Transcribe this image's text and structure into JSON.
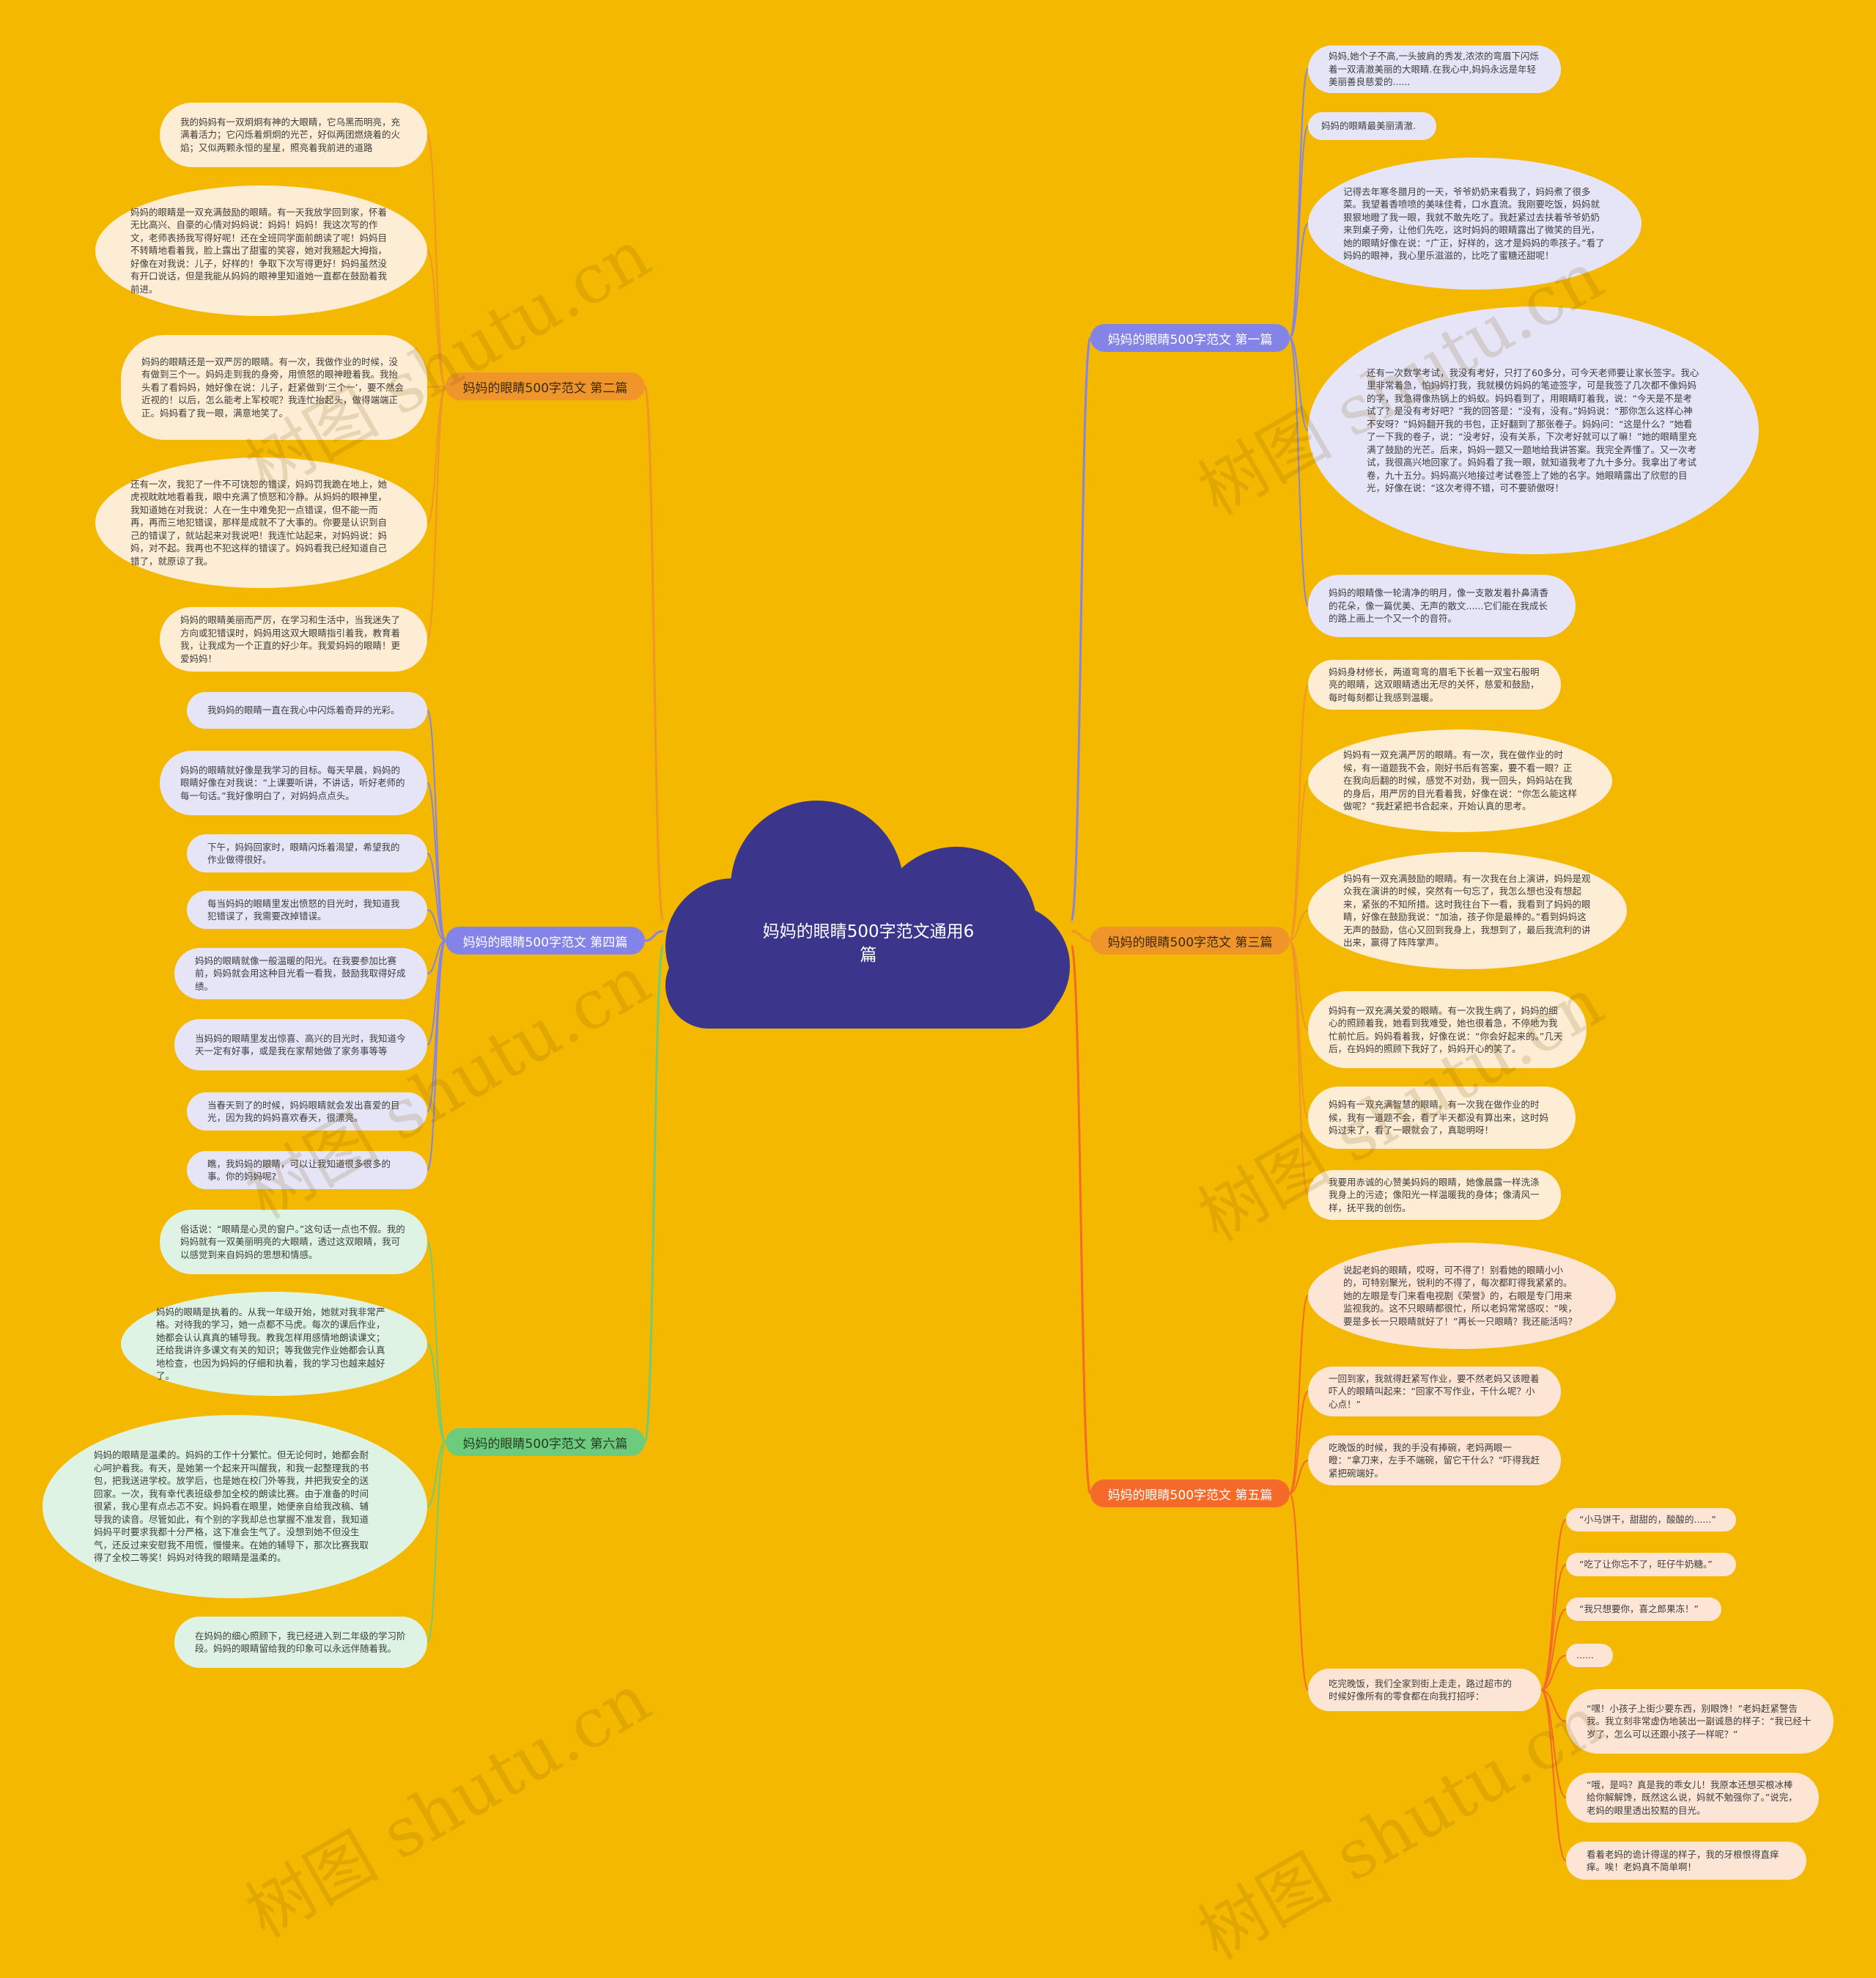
{
  "root": {
    "title": "妈妈的眼睛500字范文通用6篇"
  },
  "colors": {
    "background": "#F5B800",
    "cloud": "#3C358C",
    "orange_branch": "#F0952A",
    "purple_branch": "#8484E8",
    "green_branch": "#6DCB7E",
    "red_branch": "#F56A28"
  },
  "watermark": "树图 shutu.cn",
  "branches": [
    {
      "label": "妈妈的眼睛500字范文 第一篇",
      "leaves": [
        "妈妈,她个子不高,一头披肩的秀发,浓浓的弯眉下闪烁着一双清澈美丽的大眼睛.在我心中,妈妈永远是年轻美丽善良慈爱的......",
        "妈妈的眼睛最美丽清澈.",
        "记得去年寒冬腊月的一天，爷爷奶奶来看我了，妈妈煮了很多菜。我望着香喷喷的美味佳肴，口水直流。我刚要吃饭，妈妈就狠狠地瞪了我一眼，我就不敢先吃了。我赶紧过去扶着爷爷奶奶来到桌子旁，让他们先吃，这时妈妈的眼睛露出了微笑的目光，她的眼睛好像在说：“广正，好样的，这才是妈妈的乖孩子。”看了妈妈的眼神，我心里乐滋滋的，比吃了蜜糖还甜呢！",
        "还有一次数学考试，我没有考好，只打了60多分，可今天老师要让家长签字。我心里非常着急，怕妈妈打我，我就模仿妈妈的笔迹签字，可是我签了几次都不像妈妈的字，我急得像热锅上的蚂蚁。妈妈看到了，用眼睛盯着我，说：“今天是不是考试了？是没有考好吧？”我的回答是：“没有，没有。”妈妈说：“那你怎么这样心神不安呀？”妈妈翻开我的书包，正好翻到了那张卷子。妈妈问：“这是什么？”她看了一下我的卷子，说：“没考好，没有关系，下次考好就可以了嘛！”她的眼睛里充满了鼓励的光芒。后来，妈妈一题又一题地给我讲答案。我完全弄懂了。又一次考试，我很高兴地回家了。妈妈看了我一眼，就知道我考了九十多分。我拿出了考试卷，九十五分。妈妈高兴地接过考试卷签上了她的名字。她眼睛露出了欣慰的目光，好像在说：“这次考得不错，可不要骄傲呀！",
        "妈妈的眼睛像一轮清净的明月，像一支散发着扑鼻清香的花朵，像一篇优美、无声的散文......它们能在我成长的路上画上一个又一个的音符。"
      ]
    },
    {
      "label": "妈妈的眼睛500字范文 第二篇",
      "leaves": [
        "我的妈妈有一双炯炯有神的大眼睛，它乌黑而明亮，充满着活力；它闪烁着炯炯的光芒，好似两团燃烧着的火焰；又似两颗永恒的星星，照亮着我前进的道路",
        "妈妈的眼睛是一双充满鼓励的眼睛。有一天我放学回到家，怀着无比高兴、自豪的心情对妈妈说：妈妈！妈妈！我这次写的作文，老师表扬我写得好呢！还在全班同学面前朗读了呢！妈妈目不转睛地看着我，脸上露出了甜蜜的笑容，她对我翘起大拇指，好像在对我说：儿子，好样的！争取下次写得更好！妈妈虽然没有开口说话，但是我能从妈妈的眼神里知道她一直都在鼓励着我前进。",
        "妈妈的眼睛还是一双严厉的眼睛。有一次，我做作业的时候，没有做到三个一。妈妈走到我的身旁，用愤怒的眼神瞪着我。我抬头看了看妈妈，她好像在说：儿子，赶紧做到‘三个一’，要不然会近视的！以后，怎么能考上军校呢？我连忙抬起头，做得端端正正。妈妈看了我一眼，满意地笑了。",
        "还有一次，我犯了一件不可饶恕的错误，妈妈罚我跪在地上，她虎视眈眈地看着我，眼中充满了愤怒和冷静。从妈妈的眼神里，我知道她在对我说：人在一生中难免犯一点错误，但不能一而再，再而三地犯错误，那样是成就不了大事的。你要是认识到自己的错误了，就站起来对我说吧！我连忙站起来，对妈妈说：妈妈，对不起。我再也不犯这样的错误了。妈妈看我已经知道自己错了，就原谅了我。",
        "妈妈的眼睛美丽而严厉，在学习和生活中，当我迷失了方向或犯错误时，妈妈用这双大眼睛指引着我，教育着我，让我成为一个正直的好少年。我爱妈妈的眼睛！更爱妈妈！"
      ]
    },
    {
      "label": "妈妈的眼睛500字范文 第三篇",
      "leaves": [
        "妈妈身材修长，两道弯弯的眉毛下长着一双宝石般明亮的眼睛，这双眼睛透出无尽的关怀，慈爱和鼓励，每时每刻都让我感到温暖。",
        "妈妈有一双充满严厉的眼睛。有一次，我在做作业的时候，有一道题我不会，刚好书后有答案，要不看一眼？正在我向后翻的时候，感觉不对劲，我一回头，妈妈站在我的身后，用严厉的目光看着我，好像在说：“你怎么能这样做呢？”我赶紧把书合起来，开始认真的思考。",
        "妈妈有一双充满鼓励的眼睛。有一次我在台上演讲，妈妈是观众我在演讲的时候，突然有一句忘了，我怎么想也没有想起来，紧张的不知所措。这时我往台下一看，我看到了妈妈的眼睛，好像在鼓励我说：“加油，孩子你是最棒的。”看到妈妈这无声的鼓励，信心又回到我身上，我想到了，最后我流利的讲出来，赢得了阵阵掌声。",
        "妈妈有一双充满关爱的眼睛。有一次我生病了，妈妈的细心的照顾着我，她看到我难受，她也很着急，不停地为我忙前忙后。妈妈看着我，好像在说：“你会好起来的。”几天后，在妈妈的照顾下我好了，妈妈开心的笑了。",
        "妈妈有一双充满智慧的眼睛。有一次我在做作业的时候，我有一道题不会，看了半天都没有算出来，这时妈妈过来了，看了一眼就会了，真聪明呀！",
        "我要用赤诚的心赞美妈妈的眼睛，她像晨露一样洗涤我身上的污迹；像阳光一样温暖我的身体；像清风一样，抚平我的创伤。"
      ]
    },
    {
      "label": "妈妈的眼睛500字范文 第四篇",
      "leaves": [
        "我妈妈的眼睛一直在我心中闪烁着奇异的光彩。",
        "妈妈的眼睛就好像是我学习的目标。每天早晨，妈妈的眼睛好像在对我说：“上课要听讲，不讲话，听好老师的每一句话。”我好像明白了，对妈妈点点头。",
        "下午，妈妈回家时，眼睛闪烁着渴望，希望我的作业做得很好。",
        "每当妈妈的眼睛里发出愤怒的目光时，我知道我犯错误了，我需要改掉错误。",
        "妈妈的眼睛就像一般温暖的阳光。在我要参加比赛前，妈妈就会用这种目光看一看我，鼓励我取得好成绩。",
        "当妈妈的眼睛里发出惊喜、高兴的目光时，我知道今天一定有好事，或是我在家帮她做了家务事等等",
        "当春天到了的时候，妈妈眼睛就会发出喜爱的目光，因为我的妈妈喜欢春天，很漂亮。",
        "瞧，我妈妈的眼睛，可以让我知道很多很多的事。你的妈妈呢?"
      ]
    },
    {
      "label": "妈妈的眼睛500字范文 第五篇",
      "leaves": [
        "说起老妈的眼睛，哎呀，可不得了！别看她的眼睛小小的，可特别聚光，锐利的不得了，每次都盯得我紧紧的。她的左眼是专门来看电视剧《荣誉》的，右眼是专门用来监视我的。这不只眼睛都很忙，所以老妈常常感叹：“唉，要是多长一只眼睛就好了！”再长一只眼睛？我还能活吗？",
        "一回到家，我就得赶紧写作业，要不然老妈又该瞪着吓人的眼睛叫起来：“回家不写作业，干什么呢？小心点！”",
        "吃晚饭的时候，我的手没有捧碗，老妈两眼一瞪：“拿刀来，左手不端碗，留它干什么？”吓得我赶紧把碗端好。",
        "吃完晚饭，我们全家到街上走走，路过超市的时候好像所有的零食都在向我打招呼："
      ],
      "sub_leaves": [
        "“小马饼干，甜甜的，酸酸的......”",
        "“吃了让你忘不了，旺仔牛奶糖。”",
        "“我只想要你，喜之郎果冻！”",
        "......",
        "“嘿！小孩子上街少要东西，别眼馋！”老妈赶紧警告我。我立刻非常虚伪地装出一副诚恳的样子：“我已经十岁了，怎么可以还跟小孩子一样呢？”",
        "“哦，是吗？真是我的乖女儿！我原本还想买根冰棒给你解解馋，既然这么说，妈就不勉强你了。”说完，老妈的眼里透出狡黠的目光。",
        "看着老妈的诡计得逞的样子，我的牙根恨得直痒痒。唉！老妈真不简单啊！"
      ]
    },
    {
      "label": "妈妈的眼睛500字范文 第六篇",
      "leaves": [
        "俗话说：“眼睛是心灵的窗户。”这句话一点也不假。我的妈妈就有一双美丽明亮的大眼睛，透过这双眼睛，我可以感觉到来自妈妈的思想和情感。",
        "妈妈的眼睛是执着的。从我一年级开始，她就对我非常严格。对待我的学习，她一点都不马虎。每次的课后作业，她都会认认真真的辅导我。教我怎样用感情地朗读课文；还给我讲许多课文有关的知识；等我做完作业她都会认真地检查，也因为妈妈的仔细和执着，我的学习也越来越好了。",
        "妈妈的眼睛是温柔的。妈妈的工作十分繁忙。但无论何时，她都会耐心呵护着我。有天，是她第一个起来开叫醒我，和我一起整理我的书包，把我送进学校。放学后，也是她在校门外等我，并把我安全的送回家。一次，我有幸代表班级参加全校的朗读比赛。由于准备的时间很紧，我心里有点忐忑不安。妈妈看在眼里，她便亲自给我改稿、辅导我的读音。尽管如此，有个别的字我却总也掌握不准发音，我知道妈妈平时要求我都十分严格，这下准会生气了。没想到她不但没生气，还反过来安慰我不用慌，慢慢来。在她的辅导下，那次比赛我取得了全校二等奖！妈妈对待我的眼睛是温柔的。",
        "在妈妈的细心照顾下，我已经进入到二年级的学习阶段。妈妈的眼睛留给我的印象可以永远伴随着我。"
      ]
    }
  ]
}
